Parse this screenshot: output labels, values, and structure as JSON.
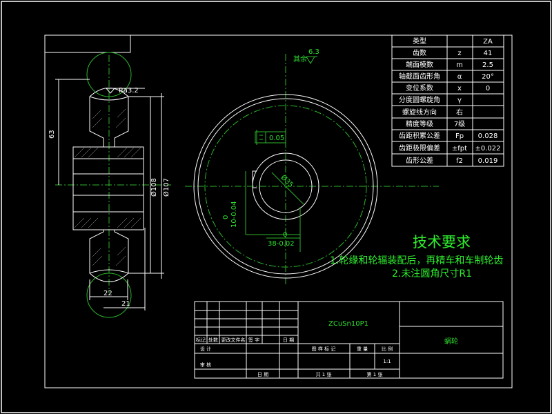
{
  "params_table": {
    "rows": [
      {
        "name": "类型",
        "sym": "",
        "val": "ZA"
      },
      {
        "name": "齿数",
        "sym": "z",
        "val": "41"
      },
      {
        "name": "端面模数",
        "sym": "m",
        "val": "2.5"
      },
      {
        "name": "轴截面齿形角",
        "sym": "α",
        "val": "20°"
      },
      {
        "name": "变位系数",
        "sym": "x",
        "val": "0"
      },
      {
        "name": "分度圆螺旋角",
        "sym": "γ",
        "val": ""
      },
      {
        "name": "螺旋线方向",
        "sym": "右",
        "val": ""
      },
      {
        "name": "精度等级",
        "sym": "7级",
        "val": ""
      },
      {
        "name": "齿距积累公差",
        "sym": "Fp",
        "val": "0.028"
      },
      {
        "name": "齿距极限偏差",
        "sym": "±fpt",
        "val": "±0.022"
      },
      {
        "name": "齿形公差",
        "sym": "f2",
        "val": "0.019"
      }
    ]
  },
  "tech_requirements": {
    "title": "技术要求",
    "line1": "1.轮缘和轮辐装配后，再精车和车制轮齿",
    "line2": "2.未注圆角尺寸R1"
  },
  "dims": {
    "dim_63": "63",
    "ra": "Ra3.2",
    "d108": "Ø108",
    "d107": "Ø107",
    "w22": "22",
    "w21": "21",
    "flat": "0.05",
    "bore": "Ø35",
    "key_depth": "10-0.04",
    "key_zero": "0",
    "key_width": "38-0.02",
    "key_width_zero": "0",
    "rest": "其余",
    "rest_val": "6.3"
  },
  "title_block": {
    "material": "ZCuSn10P1",
    "part_name": "蜗轮",
    "scale": "1:1",
    "hdr1": "标记",
    "hdr2": "处数",
    "hdr3": "更改文件名",
    "hdr4": "签 字",
    "hdr5": "日 期",
    "design": "设 计",
    "review": "审 核",
    "date": "日 期",
    "stage": "图 样 标 记",
    "weight": "重 量",
    "ratio": "比 例",
    "total": "共 1 张",
    "sheet": "第 1 张"
  }
}
